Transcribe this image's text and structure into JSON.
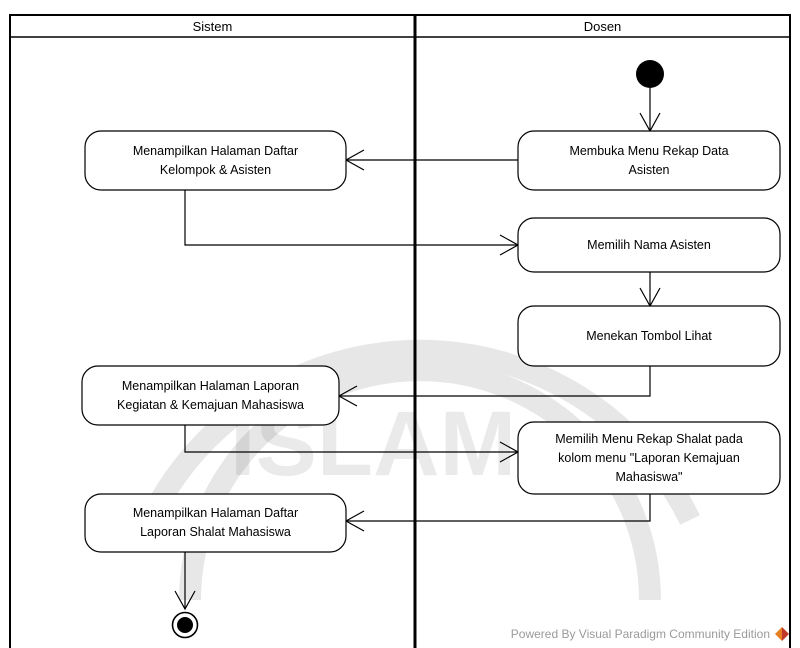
{
  "swimlanes": [
    "Sistem",
    "Dosen"
  ],
  "actions": [
    {
      "id": "a1",
      "lines": [
        "Membuka Menu Rekap Data",
        "Asisten"
      ]
    },
    {
      "id": "a2",
      "lines": [
        "Menampilkan Halaman Daftar",
        "Kelompok & Asisten"
      ]
    },
    {
      "id": "a3",
      "lines": [
        "Memilih Nama Asisten"
      ]
    },
    {
      "id": "a4",
      "lines": [
        "Menekan Tombol Lihat"
      ]
    },
    {
      "id": "a5",
      "lines": [
        "Menampilkan Halaman Laporan",
        "Kegiatan & Kemajuan Mahasiswa"
      ]
    },
    {
      "id": "a6",
      "lines": [
        "Memilih Menu Rekap Shalat pada",
        "kolom menu \"Laporan Kemajuan",
        "Mahasiswa\""
      ]
    },
    {
      "id": "a7",
      "lines": [
        "Menampilkan Halaman Daftar",
        "Laporan Shalat Mahasiswa"
      ]
    }
  ],
  "watermark_text": "Powered By  Visual Paradigm Community Edition",
  "watermark_logo_colors": [
    "#c0392b",
    "#e67e22"
  ]
}
